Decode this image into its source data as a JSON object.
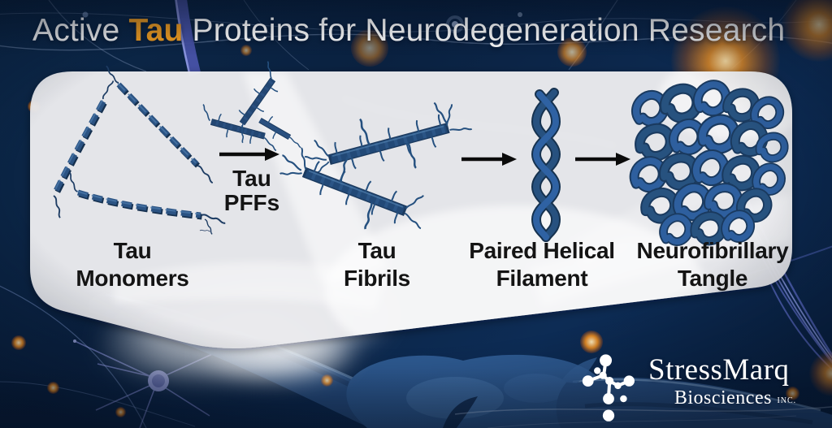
{
  "title": {
    "prefix": "Active ",
    "tau": "Tau",
    "rest": " Proteins for Neurodegeneration Research"
  },
  "diagram": {
    "stages": [
      {
        "id": "tau-monomers",
        "line1": "Tau",
        "line2": "Monomers"
      },
      {
        "id": "tau-fibrils",
        "line1": "Tau",
        "line2": "Fibrils"
      },
      {
        "id": "paired-helical-filament",
        "line1": "Paired Helical",
        "line2": "Filament"
      },
      {
        "id": "neurofibrillary-tangle",
        "line1": "Neurofibrillary",
        "line2": "Tangle"
      }
    ],
    "pff_label": {
      "line1": "Tau",
      "line2": "PFFs"
    }
  },
  "logo": {
    "brand": "StressMarq",
    "biosciences": "Biosciences",
    "inc": "INC."
  },
  "colors": {
    "accent_orange": "#F5A021",
    "protein_blue": "#2B5586",
    "protein_blue_dark": "#1B3A5F",
    "panel_gray": "#ECECEF",
    "background_navy": "#0B2445",
    "label_text": "#141414",
    "arrow_black": "#0B0B0B",
    "logo_white": "#FFFFFF"
  }
}
